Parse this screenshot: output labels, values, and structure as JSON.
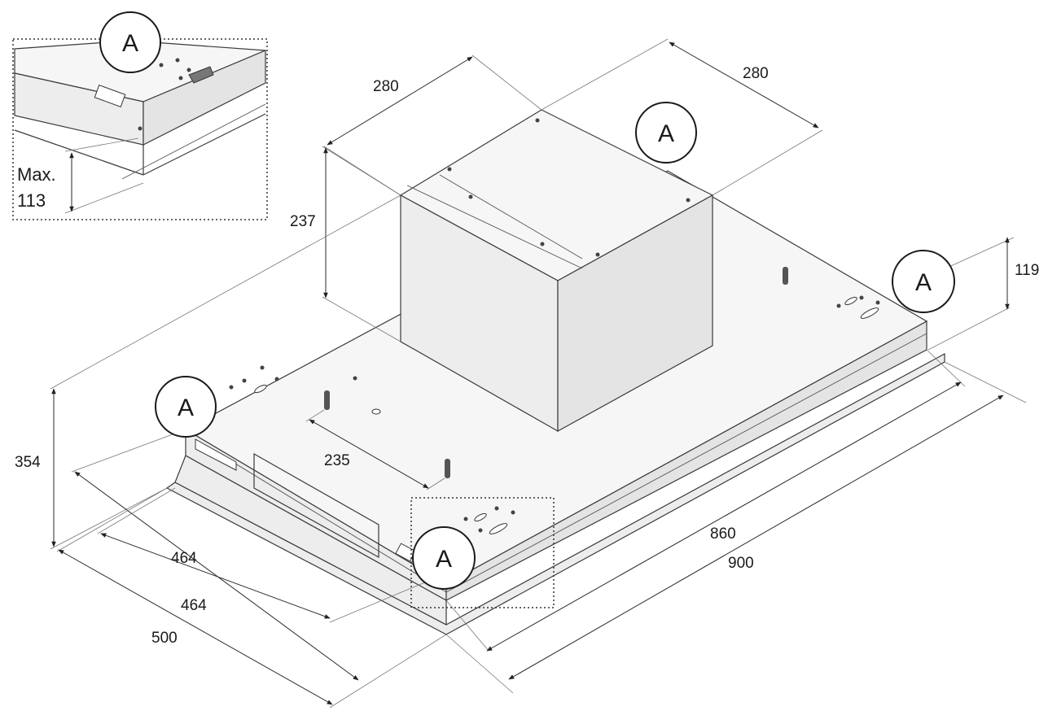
{
  "callout_letter": "A",
  "dimensions": {
    "top_width": "280",
    "top_depth": "280",
    "motor_height": "237",
    "side_height": "119",
    "total_height": "354",
    "pin_spacing": "235",
    "inner_depth": "464",
    "front_depth": "464",
    "outer_depth": "500",
    "inner_width": "860",
    "outer_width": "900"
  },
  "inset": {
    "label_line1": "Max.",
    "label_line2": "113"
  }
}
